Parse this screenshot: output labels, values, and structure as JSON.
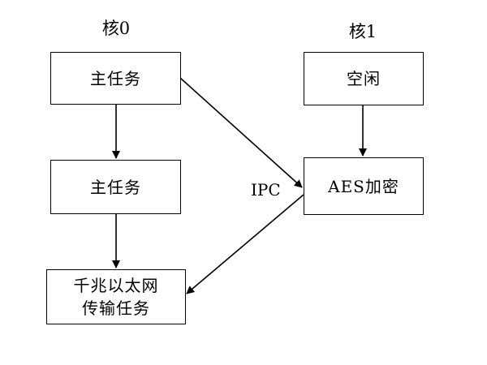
{
  "columns": {
    "core0": "核0",
    "core1": "核1"
  },
  "nodes": {
    "main_task_1": "主任务",
    "main_task_2": "主任务",
    "gigabit_line1": "千兆以太网",
    "gigabit_line2": "传输任务",
    "idle": "空闲",
    "aes": "AES加密"
  },
  "edges": {
    "ipc_label": "IPC"
  },
  "colors": {
    "stroke": "#000000",
    "background": "#ffffff"
  }
}
